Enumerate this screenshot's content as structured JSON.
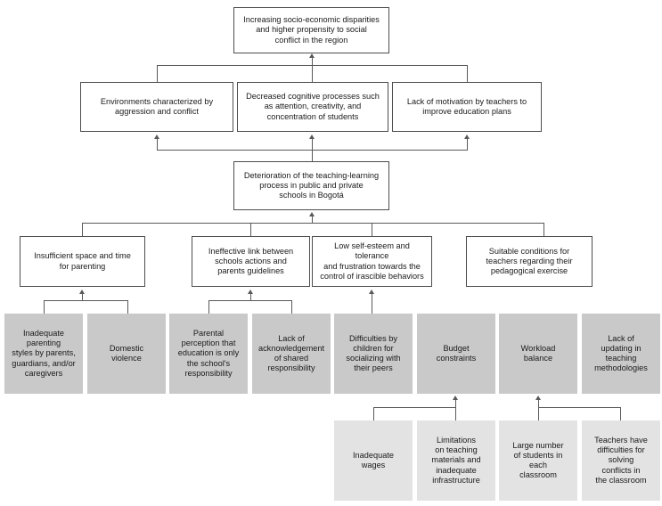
{
  "diagram": {
    "title_node": {
      "id": "top-outcome",
      "text": "Increasing socio-economic disparities\nand higher propensity to social\nconflict in the region"
    },
    "row2": [
      {
        "id": "environments-aggression",
        "text": "Environments characterized by\naggression and conflict"
      },
      {
        "id": "decreased-cognitive-processes",
        "text": "Decreased cognitive processes such\nas attention, creativity, and\nconcentration of students"
      },
      {
        "id": "lack-of-motivation-teachers",
        "text": "Lack of motivation by teachers to\nimprove education plans"
      }
    ],
    "row3": {
      "id": "deterioration-teaching-learning",
      "text": "Deterioration of the teaching-learning\nprocess in public and private\nschools in Bogotá"
    },
    "row4": [
      {
        "id": "insufficient-space-time",
        "text": "Insufficient space and time\nfor parenting"
      },
      {
        "id": "ineffective-link-schools-parents",
        "text": "Ineffective link between\nschools actions and\nparents guidelines"
      },
      {
        "id": "low-self-esteem-tolerance",
        "text": "Low self-esteem and tolerance\nand frustration towards the\ncontrol of irascible behaviors"
      },
      {
        "id": "suitable-conditions-teachers",
        "text": "Suitable conditions for\nteachers regarding their\npedagogical exercise"
      }
    ],
    "row5": [
      {
        "id": "inadequate-parenting-styles",
        "text": "Inadequate\nparenting\nstyles by parents,\nguardians, and/or\ncaregivers"
      },
      {
        "id": "domestic-violence",
        "text": "Domestic\nviolence"
      },
      {
        "id": "parental-perception-education",
        "text": "Parental\nperception that\neducation is only\nthe school's\nresponsibility"
      },
      {
        "id": "lack-acknowledgement-shared-responsibility",
        "text": "Lack of\nacknowledgement\nof shared\nresponsibility"
      },
      {
        "id": "difficulties-children-socializing",
        "text": "Difficulties by\nchildren for\nsocializing with\ntheir peers"
      },
      {
        "id": "budget-constraints",
        "text": "Budget\nconstraints"
      },
      {
        "id": "workload-balance",
        "text": "Workload\nbalance"
      },
      {
        "id": "lack-updating-teaching-methodologies",
        "text": "Lack of\nupdating in\nteaching\nmethodologies"
      }
    ],
    "row6": [
      {
        "id": "inadequate-wages",
        "text": "Inadequate\nwages"
      },
      {
        "id": "limitations-teaching-materials",
        "text": "Limitations\non teaching\nmaterials and\ninadequate\ninfrastructure"
      },
      {
        "id": "large-number-students",
        "text": "Large number\nof students in\neach\nclassroom"
      },
      {
        "id": "teachers-difficulties-solving-conflicts",
        "text": "Teachers have\ndifficulties for\nsolving\nconflicts in\nthe classroom"
      }
    ],
    "colors": {
      "box_border": "#4d4d4d",
      "connector": "#595959",
      "gray_fill": "#c9c9c9",
      "light_gray_fill": "#e3e3e3",
      "white_fill": "#ffffff",
      "text": "#1a1a1a"
    }
  }
}
